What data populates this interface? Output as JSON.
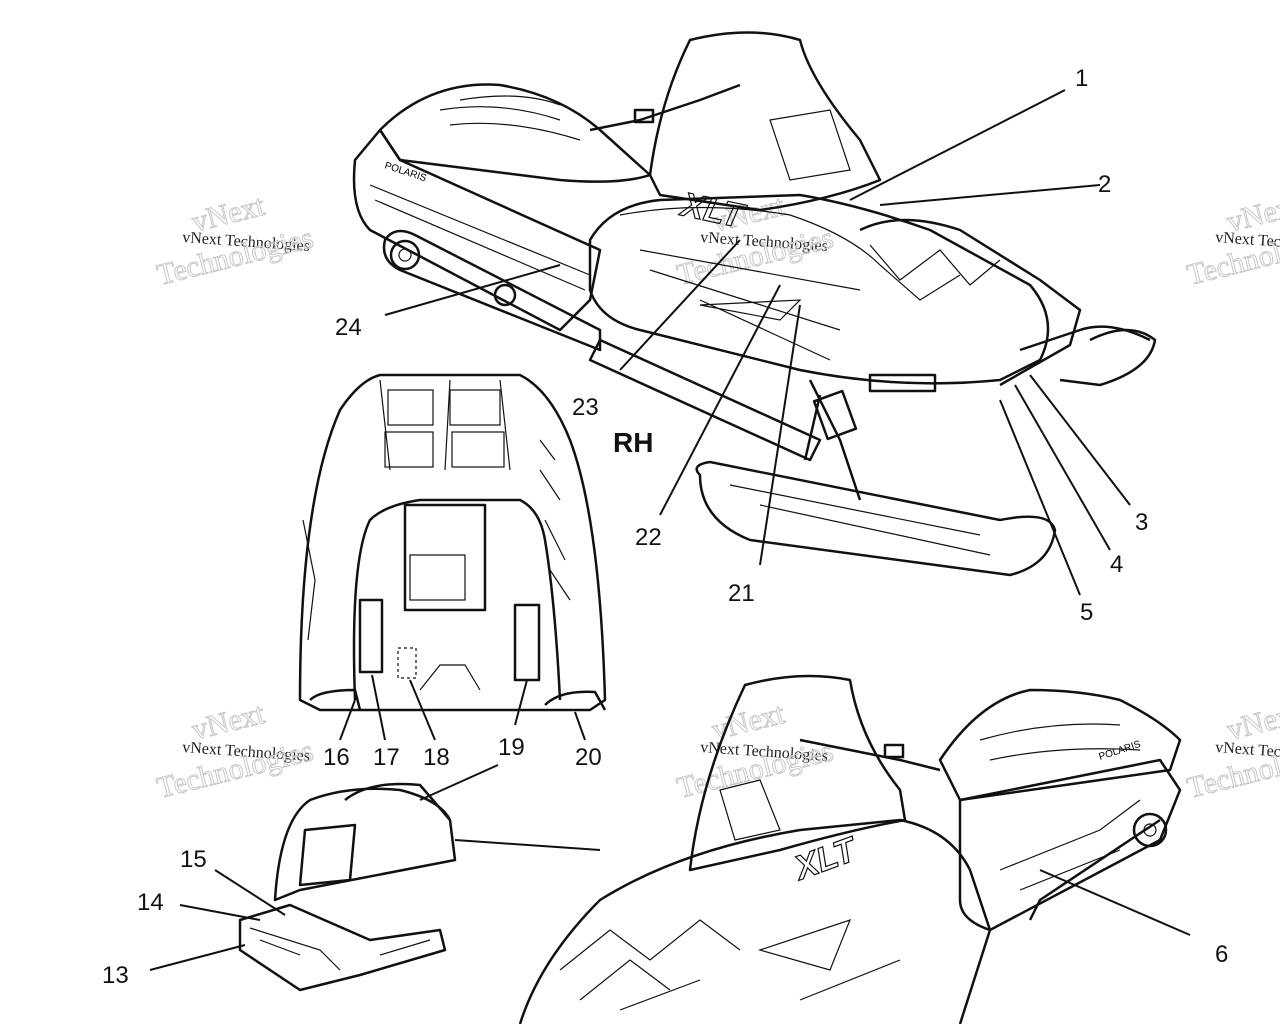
{
  "watermark": {
    "line1": "vNext",
    "line2": "vNext Technologies",
    "line3": "Technologies"
  },
  "view_label": "RH",
  "callouts": [
    "1",
    "2",
    "3",
    "4",
    "5",
    "6",
    "13",
    "14",
    "15",
    "16",
    "17",
    "18",
    "19",
    "20",
    "21",
    "22",
    "23",
    "24"
  ],
  "colors": {
    "ink": "#111111",
    "watermark": "#c8c8c8",
    "background": "#ffffff"
  }
}
